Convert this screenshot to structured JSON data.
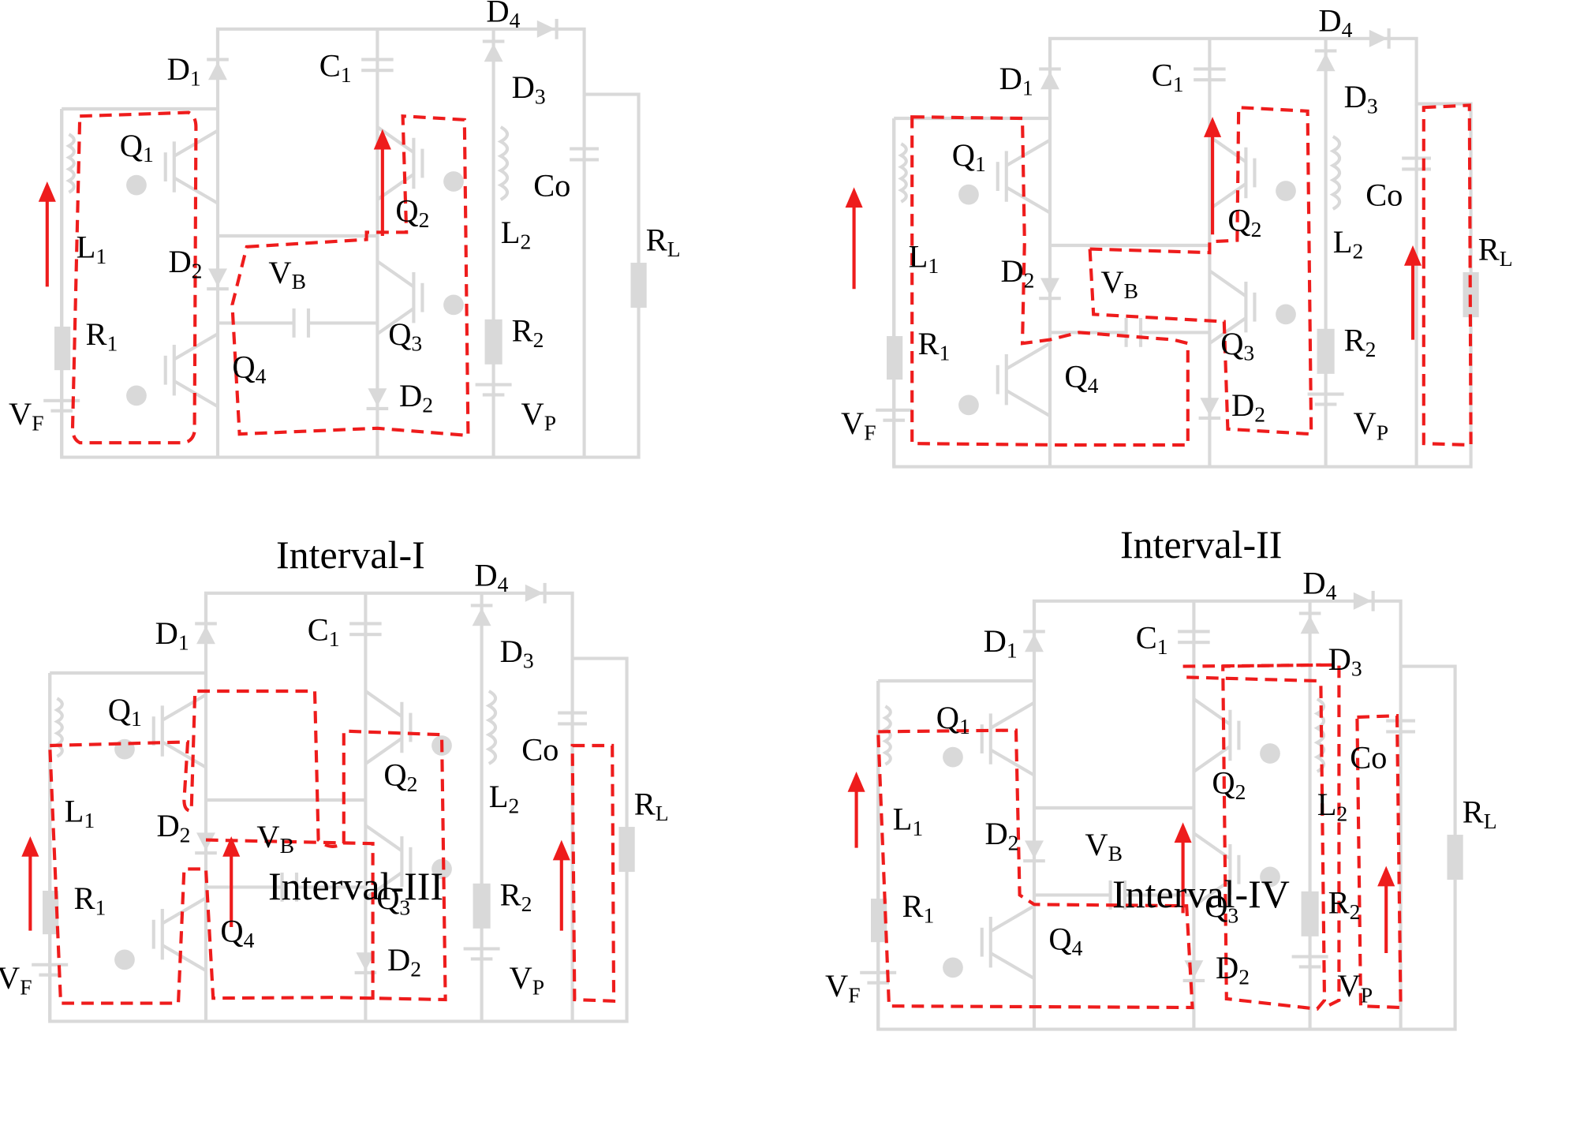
{
  "panels": [
    {
      "title": "Interval-I",
      "labels": {
        "D1": [
          "D",
          "1"
        ],
        "C1": [
          "C",
          "1"
        ],
        "D4": [
          "D",
          "4"
        ],
        "D3": [
          "D",
          "3"
        ],
        "Q1": [
          "Q",
          "1"
        ],
        "Q2": [
          "Q",
          "2"
        ],
        "Q3": [
          "Q",
          "3"
        ],
        "Q4": [
          "Q",
          "4"
        ],
        "L1": [
          "L",
          "1"
        ],
        "L2": [
          "L",
          "2"
        ],
        "R1": [
          "R",
          "1"
        ],
        "R2": [
          "R",
          "2"
        ],
        "RL": [
          "R",
          "L"
        ],
        "D2a": [
          "D",
          "2"
        ],
        "D2b": [
          "D",
          "2"
        ],
        "VB": [
          "V",
          "B"
        ],
        "VF": [
          "V",
          "F"
        ],
        "VP": [
          "V",
          "P"
        ],
        "Co": [
          "Co",
          ""
        ]
      }
    },
    {
      "title": "Interval-II",
      "labels": {
        "D1": [
          "D",
          "1"
        ],
        "C1": [
          "C",
          "1"
        ],
        "D4": [
          "D",
          "4"
        ],
        "D3": [
          "D",
          "3"
        ],
        "Q1": [
          "Q",
          "1"
        ],
        "Q2": [
          "Q",
          "2"
        ],
        "Q3": [
          "Q",
          "3"
        ],
        "Q4": [
          "Q",
          "4"
        ],
        "L1": [
          "L",
          "1"
        ],
        "L2": [
          "L",
          "2"
        ],
        "R1": [
          "R",
          "1"
        ],
        "R2": [
          "R",
          "2"
        ],
        "RL": [
          "R",
          "L"
        ],
        "D2a": [
          "D",
          "2"
        ],
        "D2b": [
          "D",
          "2"
        ],
        "VB": [
          "V",
          "B"
        ],
        "VF": [
          "V",
          "F"
        ],
        "VP": [
          "V",
          "P"
        ],
        "Co": [
          "Co",
          ""
        ]
      }
    },
    {
      "title": "Interval-III",
      "labels": {
        "D1": [
          "D",
          "1"
        ],
        "C1": [
          "C",
          "1"
        ],
        "D4": [
          "D",
          "4"
        ],
        "D3": [
          "D",
          "3"
        ],
        "Q1": [
          "Q",
          "1"
        ],
        "Q2": [
          "Q",
          "2"
        ],
        "Q3": [
          "Q",
          "3"
        ],
        "Q4": [
          "Q",
          "4"
        ],
        "L1": [
          "L",
          "1"
        ],
        "L2": [
          "L",
          "2"
        ],
        "R1": [
          "R",
          "1"
        ],
        "R2": [
          "R",
          "2"
        ],
        "RL": [
          "R",
          "L"
        ],
        "D2a": [
          "D",
          "2"
        ],
        "D2b": [
          "D",
          "2"
        ],
        "VB": [
          "V",
          "B"
        ],
        "VF": [
          "V",
          "F"
        ],
        "VP": [
          "V",
          "P"
        ],
        "Co": [
          "Co",
          ""
        ]
      }
    },
    {
      "title": "Interval-IV",
      "labels": {
        "D1": [
          "D",
          "1"
        ],
        "C1": [
          "C",
          "1"
        ],
        "D4": [
          "D",
          "4"
        ],
        "D3": [
          "D",
          "3"
        ],
        "Q1": [
          "Q",
          "1"
        ],
        "Q2": [
          "Q",
          "2"
        ],
        "Q3": [
          "Q",
          "3"
        ],
        "Q4": [
          "Q",
          "4"
        ],
        "L1": [
          "L",
          "1"
        ],
        "L2": [
          "L",
          "2"
        ],
        "R1": [
          "R",
          "1"
        ],
        "R2": [
          "R",
          "2"
        ],
        "RL": [
          "R",
          "L"
        ],
        "D2a": [
          "D",
          "2"
        ],
        "D2b": [
          "D",
          "2"
        ],
        "VB": [
          "V",
          "B"
        ],
        "VF": [
          "V",
          "F"
        ],
        "VP": [
          "V",
          "P"
        ],
        "Co": [
          "Co",
          ""
        ]
      }
    }
  ],
  "colors": {
    "circuit": "#d9d9d9",
    "current_path": "#ee1c1c",
    "text": "#000000"
  }
}
